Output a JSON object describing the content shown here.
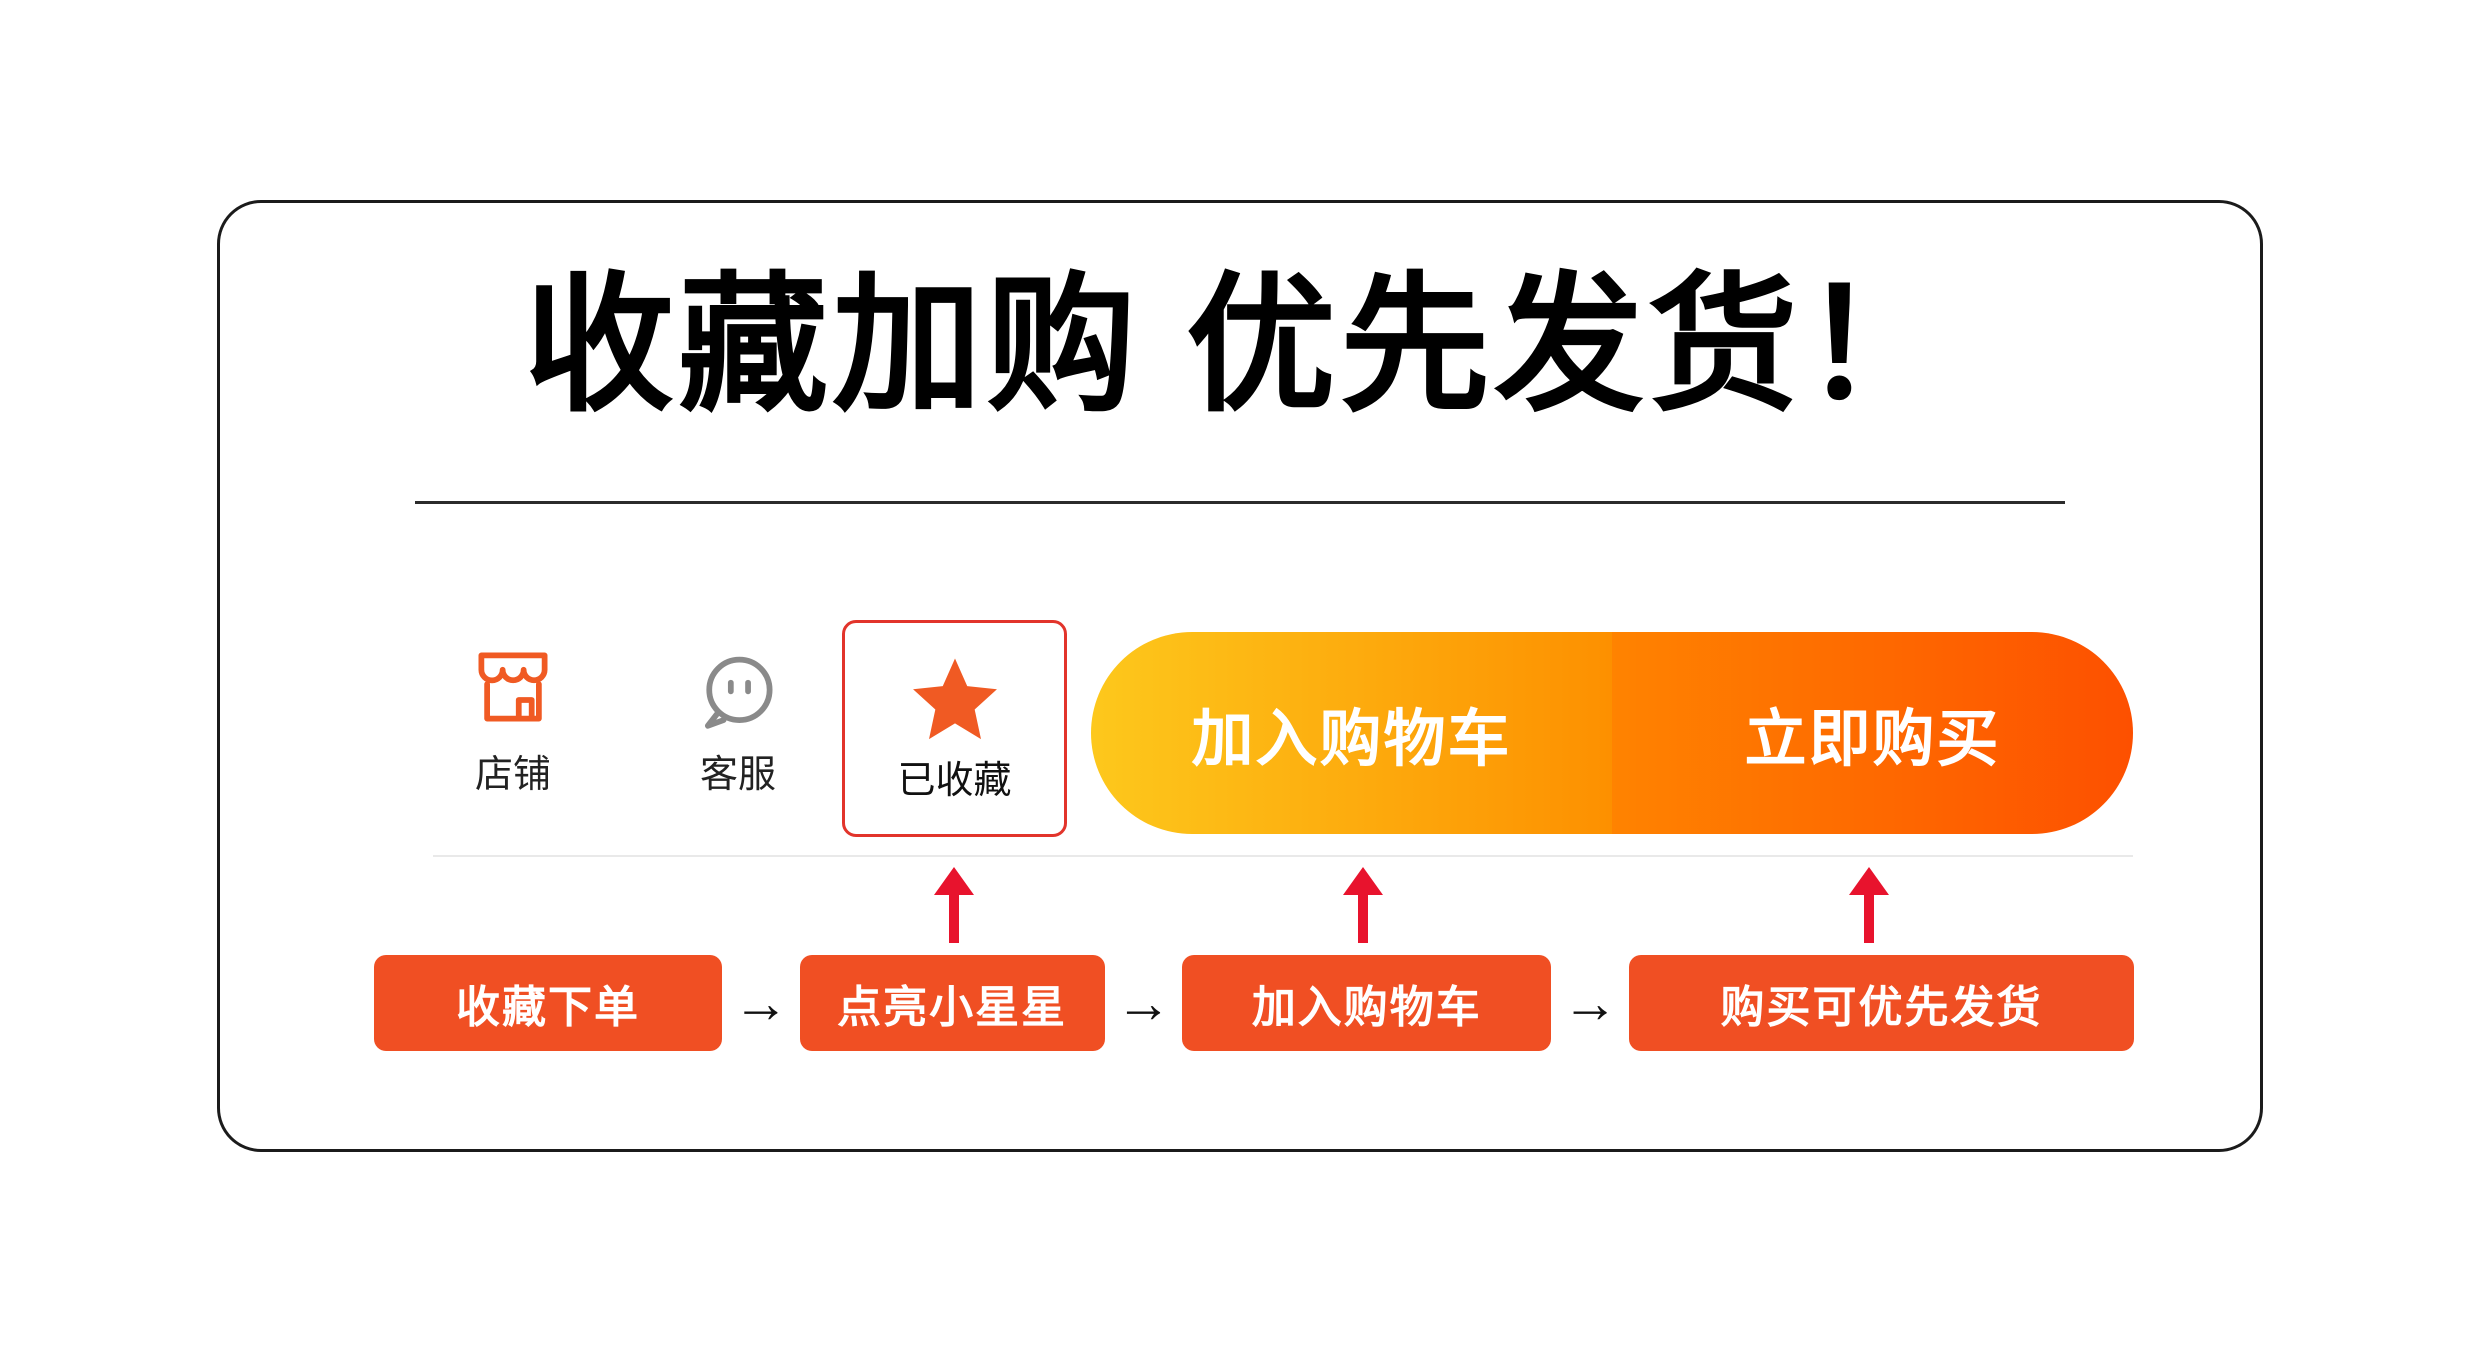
{
  "colors": {
    "accent_red": "#e2342b",
    "arrow_red": "#e8132d",
    "step_button": "#f04f23",
    "star_orange": "#f05a23",
    "icon_gray": "#8a8a8a",
    "cart_gradient_start": "#fdc81c",
    "cart_gradient_end": "#fd9000",
    "buy_gradient_start": "#ff8300",
    "buy_gradient_end": "#fd5000"
  },
  "title": "收藏加购 优先发货！",
  "toolbar": {
    "shop_label": "店铺",
    "service_label": "客服",
    "favorite_label": "已收藏",
    "add_cart_label": "加入购物车",
    "buy_now_label": "立即购买"
  },
  "flow": {
    "steps": [
      "收藏下单",
      "点亮小星星",
      "加入购物车",
      "购买可优先发货"
    ],
    "arrow": "→"
  }
}
